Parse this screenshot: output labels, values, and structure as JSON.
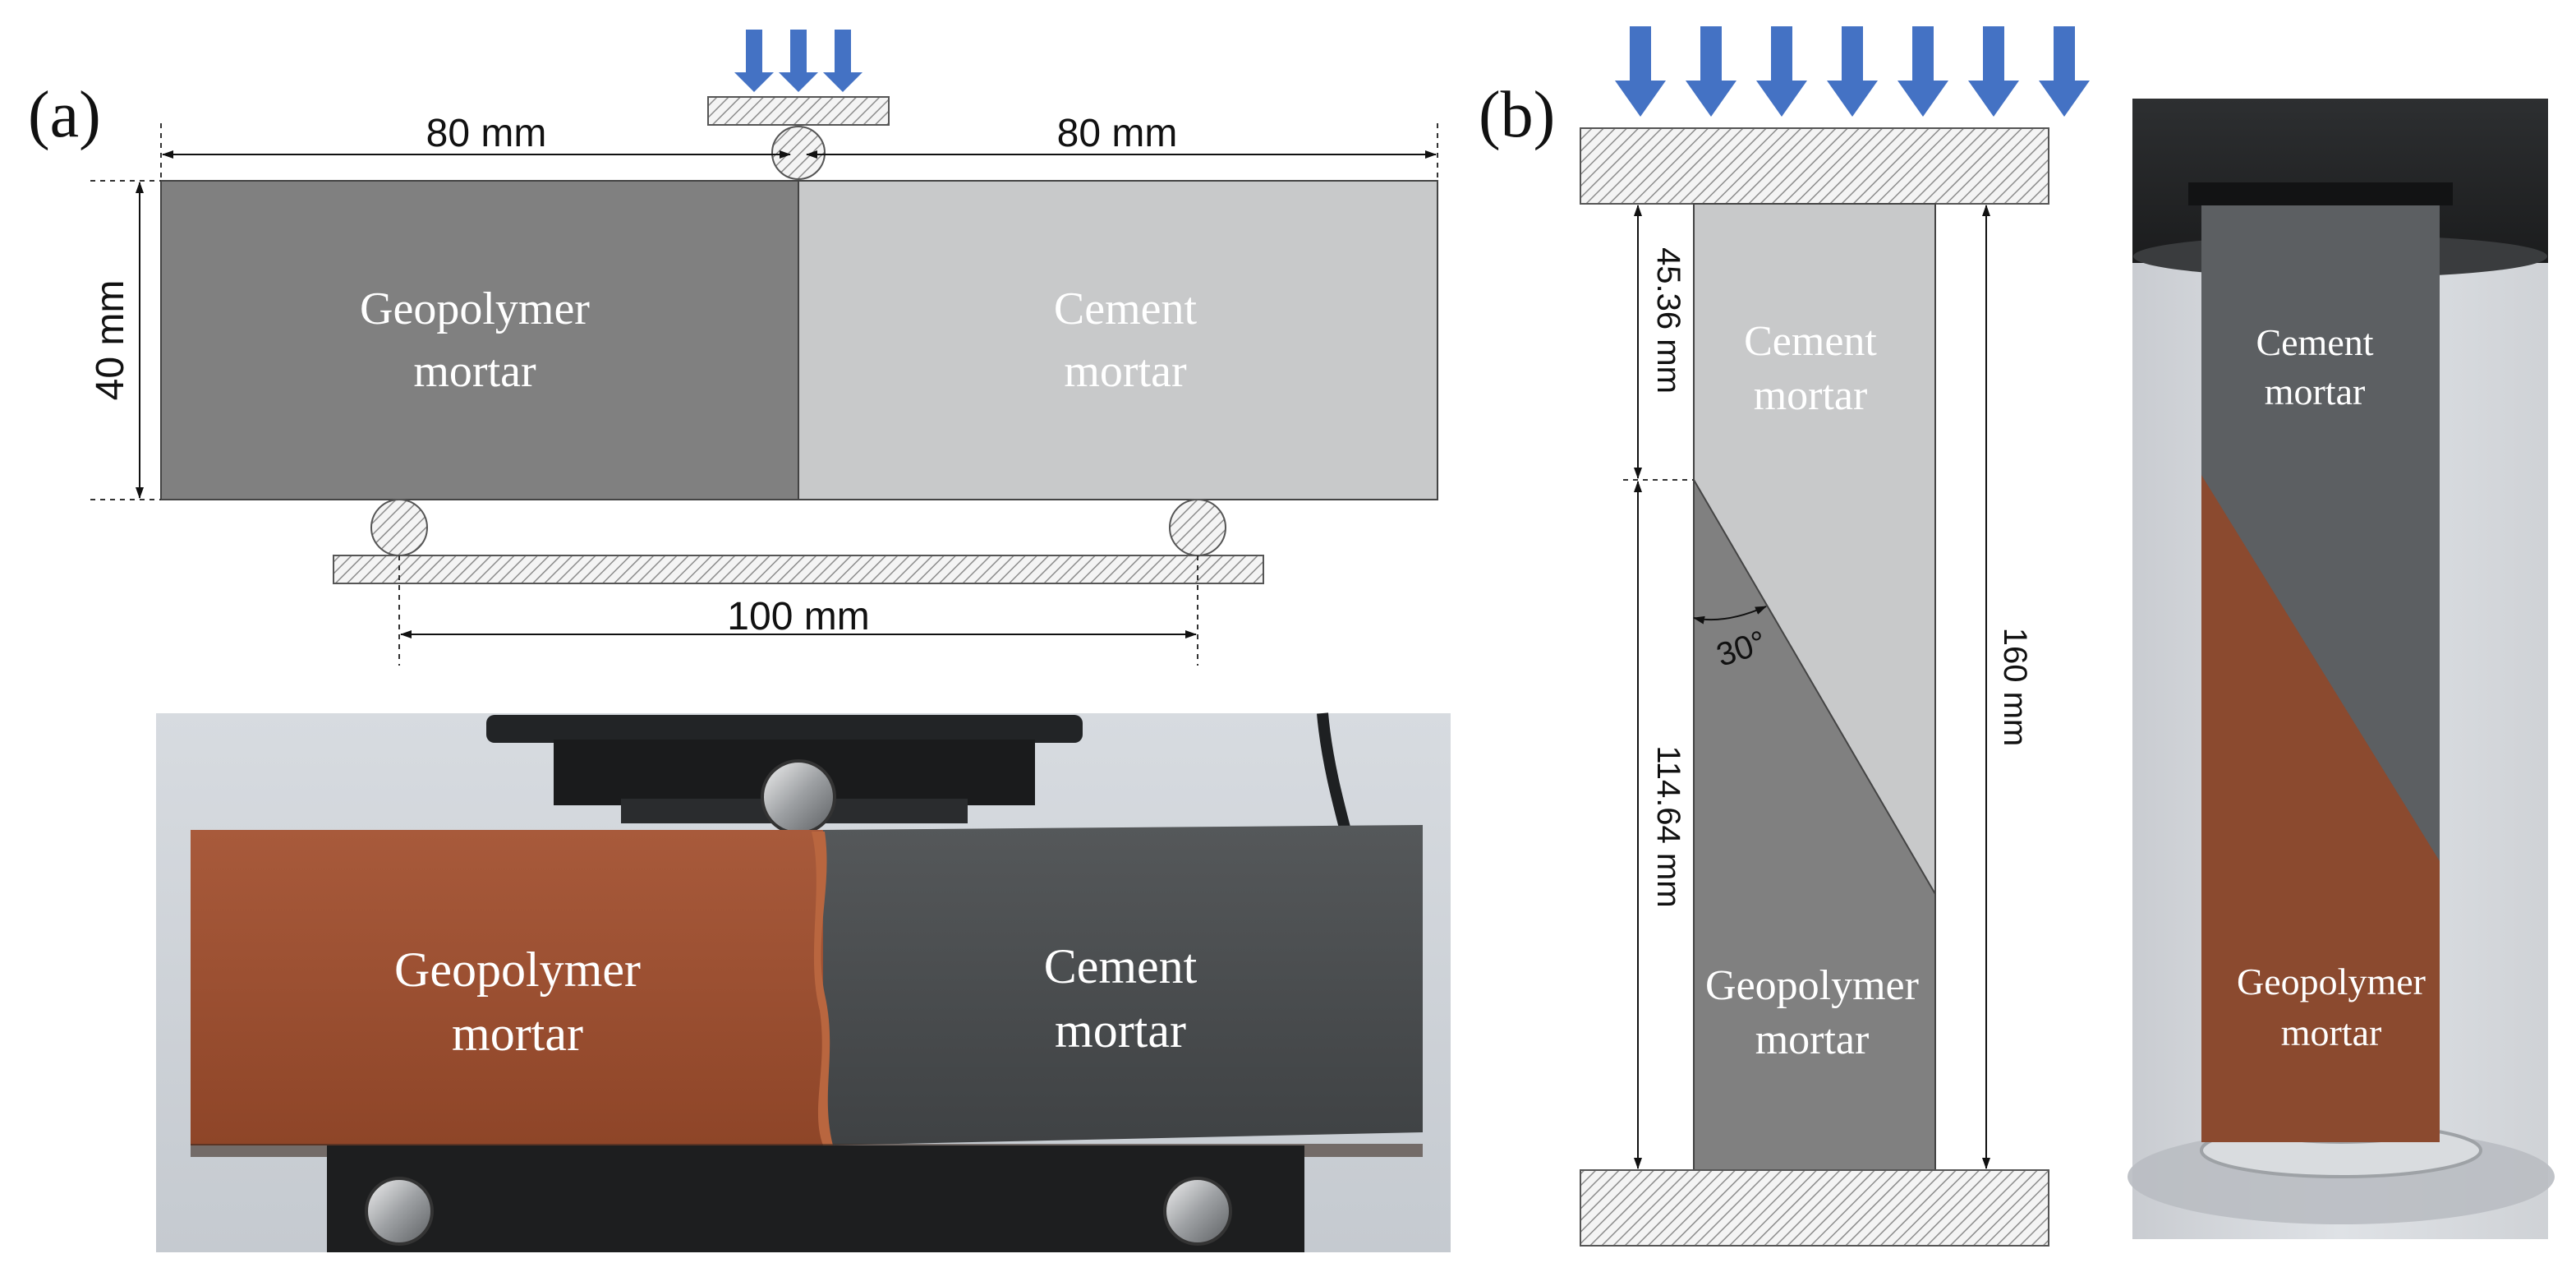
{
  "panel_a": {
    "label": "(a)",
    "left_material": {
      "line1": "Geopolymer",
      "line2": "mortar"
    },
    "right_material": {
      "line1": "Cement",
      "line2": "mortar"
    },
    "dim_left": "80 mm",
    "dim_right": "80 mm",
    "dim_height": "40 mm",
    "dim_span": "100 mm",
    "photo": {
      "left_label": {
        "line1": "Geopolymer",
        "line2": "mortar"
      },
      "right_label": {
        "line1": "Cement",
        "line2": "mortar"
      }
    }
  },
  "panel_b": {
    "label": "(b)",
    "top_material": {
      "line1": "Cement",
      "line2": "mortar"
    },
    "bottom_material": {
      "line1": "Geopolymer",
      "line2": "mortar"
    },
    "dim_upper": "45.36 mm",
    "dim_lower": "114.64 mm",
    "dim_total": "160 mm",
    "angle": "30°",
    "photo": {
      "top_label": {
        "line1": "Cement",
        "line2": "mortar"
      },
      "bottom_label": {
        "line1": "Geopolymer",
        "line2": "mortar"
      }
    }
  },
  "colors": {
    "geopolymer_drawing": "#808080",
    "cement_drawing": "#c8c9ca",
    "load_arrow": "#4472c4",
    "geopolymer_photo": "#9a4e32",
    "cement_photo": "#4b4d4e"
  }
}
